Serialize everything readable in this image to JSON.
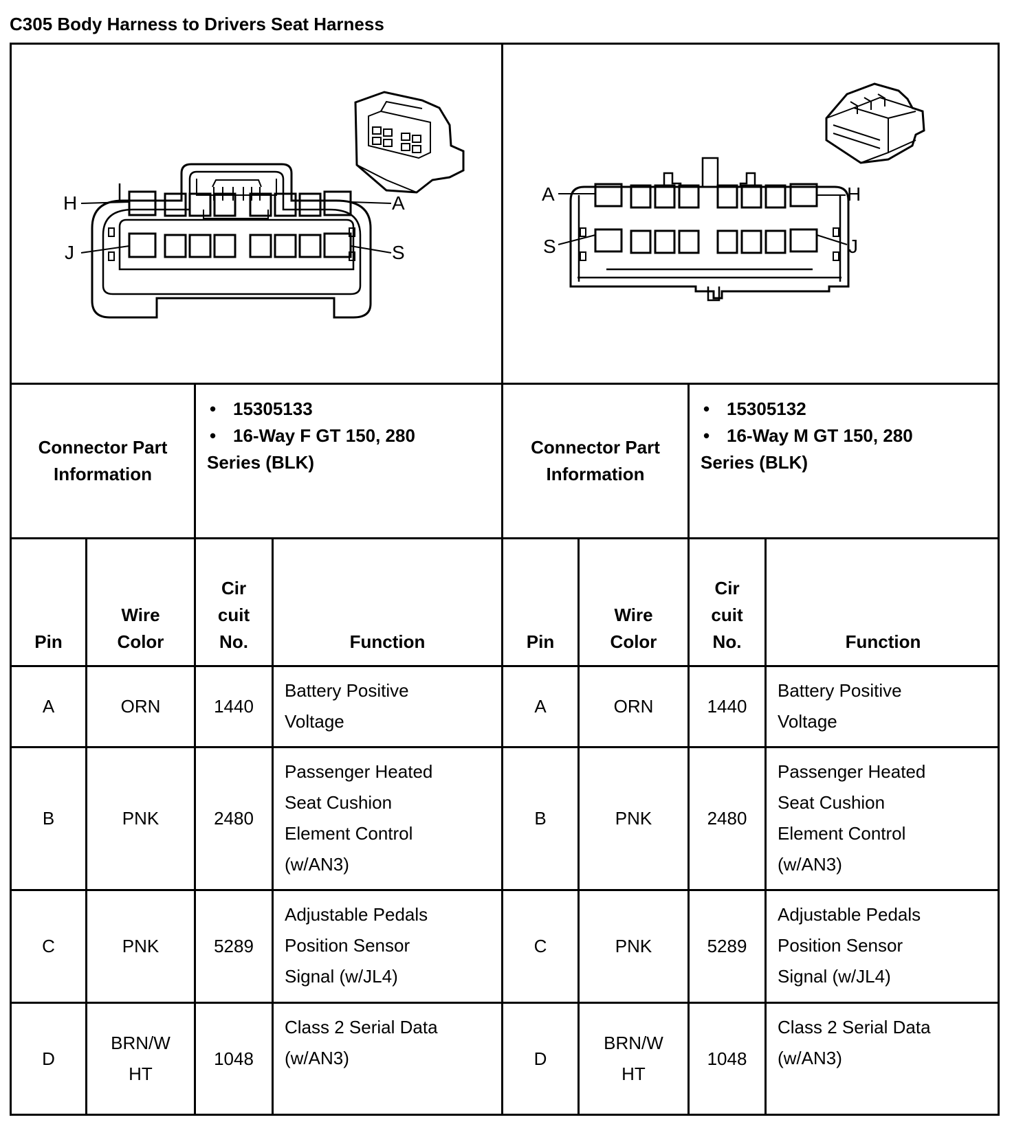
{
  "title": "C305 Body Harness to Drivers Seat Harness",
  "connectors": [
    {
      "info_label": "Connector Part Information",
      "part_number": "15305133",
      "description_line1": "16-Way F GT 150, 280",
      "description_line2": "Series (BLK)",
      "pin_labels": {
        "top_left": "H",
        "top_right": "A",
        "bottom_left": "J",
        "bottom_right": "S"
      }
    },
    {
      "info_label": "Connector Part Information",
      "part_number": "15305132",
      "description_line1": "16-Way M GT 150, 280",
      "description_line2": "Series (BLK)",
      "pin_labels": {
        "top_left": "A",
        "top_right": "H",
        "bottom_left": "S",
        "bottom_right": "J"
      }
    }
  ],
  "headers": {
    "pin": "Pin",
    "wire_color": "Wire Color",
    "circuit": "Cir cuit No.",
    "function": "Function"
  },
  "rows": [
    {
      "pin": "A",
      "color": "ORN",
      "circuit": "1440",
      "function": "Battery Positive Voltage"
    },
    {
      "pin": "B",
      "color": "PNK",
      "circuit": "2480",
      "function": "Passenger Heated Seat Cushion Element Control (w/AN3)"
    },
    {
      "pin": "C",
      "color": "PNK",
      "circuit": "5289",
      "function": "Adjustable Pedals Position Sensor Signal (w/JL4)"
    },
    {
      "pin": "D",
      "color": "BRN/W HT",
      "circuit": "1048",
      "function": "Class 2 Serial Data (w/AN3)"
    }
  ]
}
